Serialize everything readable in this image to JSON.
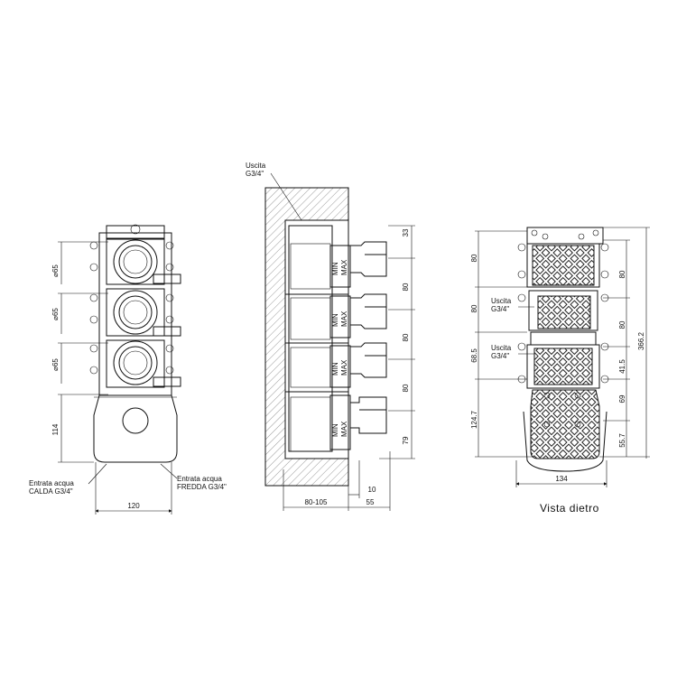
{
  "front_view": {
    "diameter_labels": [
      "⌀65",
      "⌀65",
      "⌀65"
    ],
    "height_label": "114",
    "width_label": "120",
    "inlet_hot": {
      "line1": "Entrata acqua",
      "line2": "CALDA G3/4\""
    },
    "inlet_cold": {
      "line1": "Entrata acqua",
      "line2": "FREDDA G3/4\""
    }
  },
  "section_view": {
    "outlet": {
      "line1": "Uscita",
      "line2": "G3/4\""
    },
    "right_dims": [
      "33",
      "80",
      "80",
      "80",
      "79"
    ],
    "bottom_dims": {
      "wall_depth": "80-105",
      "projection": "55",
      "gap": "10"
    },
    "knob_labels": [
      "MIN",
      "MAX"
    ]
  },
  "rear_view": {
    "left_dims": [
      "80",
      "80",
      "68.5",
      "124.7"
    ],
    "right_dims": [
      "80",
      "80",
      "41.5",
      "69",
      "55.7"
    ],
    "total_height": "366.2",
    "width_label": "134",
    "outlet_1": {
      "line1": "Uscita",
      "line2": "G3/4\""
    },
    "outlet_2": {
      "line1": "Uscita",
      "line2": "G3/4\""
    },
    "caption": "Vista dietro"
  }
}
